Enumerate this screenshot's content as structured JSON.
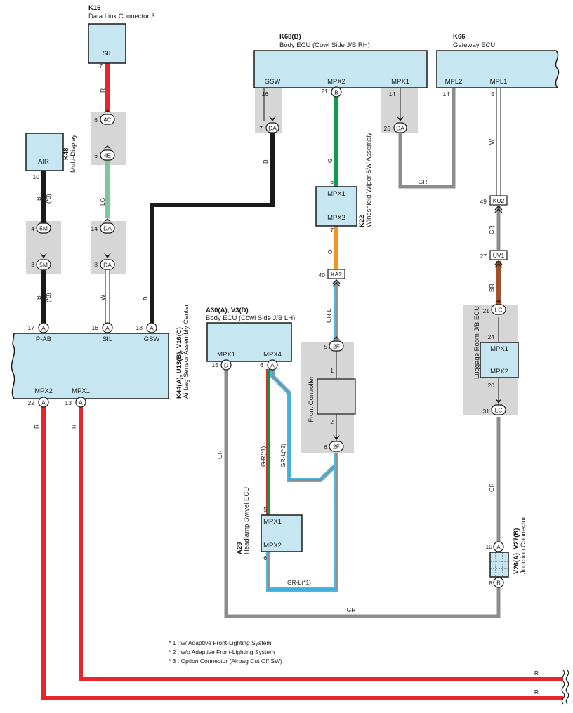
{
  "colors": {
    "ecu_fill": "#c6e6f2",
    "connector_shade": "#d6d6d6",
    "wire_R": "#e8262c",
    "wire_B": "#1a1a1a",
    "wire_LG": "#7fc79a",
    "wire_W": "#ffffff",
    "wire_G": "#0f9d48",
    "wire_O": "#f7941d",
    "wire_GR": "#8c8c8c",
    "wire_BR": "#a0522d",
    "wire_GR_L_outer": "#4ab7e0"
  },
  "components": {
    "k16": {
      "code": "K16",
      "name": "Data Link Connector 3",
      "pin": "SIL"
    },
    "k68": {
      "code": "K68(B)",
      "name": "Body ECU (Cowl Side J/B RH)",
      "pin_gsw": "GSW",
      "pin_mpx2": "MPX2",
      "pin_mpx1": "MPX1"
    },
    "k66": {
      "code": "K66",
      "name": "Gateway ECU",
      "pin_mpl2": "MPL2",
      "pin_mpl1": "MPL1"
    },
    "k48": {
      "code": "K48",
      "name": "Multi-Display",
      "pin": "AIR"
    },
    "k44": {
      "code": "K44(A), U13(B), V16(C)",
      "name": "Airbag Sensor Assembly Center",
      "pin_pab": "P-AB",
      "pin_sil": "SIL",
      "pin_gsw": "GSW",
      "pin_mpx2": "MPX2",
      "pin_mpx1": "MPX1"
    },
    "k22": {
      "code": "K22",
      "name": "Windshield Wiper SW Assembly",
      "pin_mpx1": "MPX1",
      "pin_mpx2": "MPX2"
    },
    "a30": {
      "code": "A30(A), V3(D)",
      "name": "Body ECU (Cowl Side J/B LH)",
      "pin_mpx1": "MPX1",
      "pin_mpx4": "MPX4"
    },
    "front_controller": {
      "name": "Front Controller"
    },
    "a29": {
      "code": "A29",
      "name": "Headlamp Swivel ECU",
      "pin_mpx1": "MPX1",
      "pin_mpx2": "MPX2"
    },
    "luggage": {
      "name": "Luggage Room J/B ECU",
      "pin_mpx1": "MPX1",
      "pin_mpx2": "MPX2"
    },
    "v26": {
      "code": "V26(A), V27(B)",
      "name": "Junction Connector"
    }
  },
  "pins": {
    "k16_7": "7",
    "c4c_6": "6",
    "c4c": "4C",
    "c4e_6": "6",
    "c4e": "4E",
    "dlc_da14": "14",
    "dlc_da14_c": "DA",
    "dlc_da8": "8",
    "dlc_da8_c": "DA",
    "k48_10": "10",
    "c5m_4": "4",
    "c5m_4_c": "5M",
    "c5m_3": "3",
    "c5m_3_c": "5M",
    "k44_17": "17",
    "k44_17_c": "A",
    "k44_16": "16",
    "k44_16_c": "A",
    "k44_18": "18",
    "k44_18_c": "A",
    "k44_22": "22",
    "k44_22_c": "A",
    "k44_13": "13",
    "k44_13_c": "A",
    "k68_16": "16",
    "k68_da7": "7",
    "k68_da7_c": "DA",
    "k68_21": "21",
    "k68_21_c": "B",
    "k68_14": "14",
    "k68_da26": "26",
    "k68_da26_c": "DA",
    "k66_14": "14",
    "k66_5": "5",
    "k22_6": "6",
    "k22_7": "7",
    "ka2_40": "40",
    "ka2_c": "KA2",
    "ku2_49": "49",
    "ku2_c": "KU2",
    "uv1_27": "27",
    "uv1_c": "UV1",
    "lc_21": "21",
    "lc_21_c": "LC",
    "lj_24": "24",
    "lj_20": "20",
    "lc_31": "31",
    "lc_31_c": "LC",
    "a30_15": "15",
    "a30_15_c": "D",
    "a30_6": "6",
    "a30_6_c": "A",
    "f2_5": "5",
    "f2_5_c": "2F",
    "fc_1": "1",
    "fc_2": "2",
    "f2_6": "6",
    "f2_6_c": "2F",
    "a29_5": "5",
    "a29_6": "6",
    "v26_10": "10",
    "v26_10_c": "A",
    "v26_8": "8",
    "v26_8_c": "B"
  },
  "wires": {
    "k16_r": "R",
    "k16_lg": "LG",
    "k16_w": "W",
    "k48_b1": "B",
    "k48_opt1": "(*3)",
    "k48_b2": "B",
    "k48_opt2": "(*3)",
    "gsw_b1": "B",
    "gsw_b2": "B",
    "k22_g": "G",
    "k22_o": "O",
    "ka2_grl": "GR-L",
    "k68_gr": "GR",
    "k66_w": "W",
    "ku2_gr": "GR",
    "uv1_br": "BR",
    "lc_gr": "GR",
    "a30_gr": "GR",
    "a30_grr": "G-R(*1)",
    "a30_grl": "GR-L(*2)",
    "a29_grl": "GR-L(*1)",
    "bottom_gr": "GR",
    "k44_r1": "R",
    "k44_r2": "R",
    "bottom_r1": "R",
    "bottom_r2": "R"
  },
  "notes": [
    "* 1 : w/ Adaptive Front-Lighting System",
    "* 2 : w/o Adaptive Front-Lighting System",
    "* 3 : Option Connector (Airbag Cut Off SW)"
  ]
}
